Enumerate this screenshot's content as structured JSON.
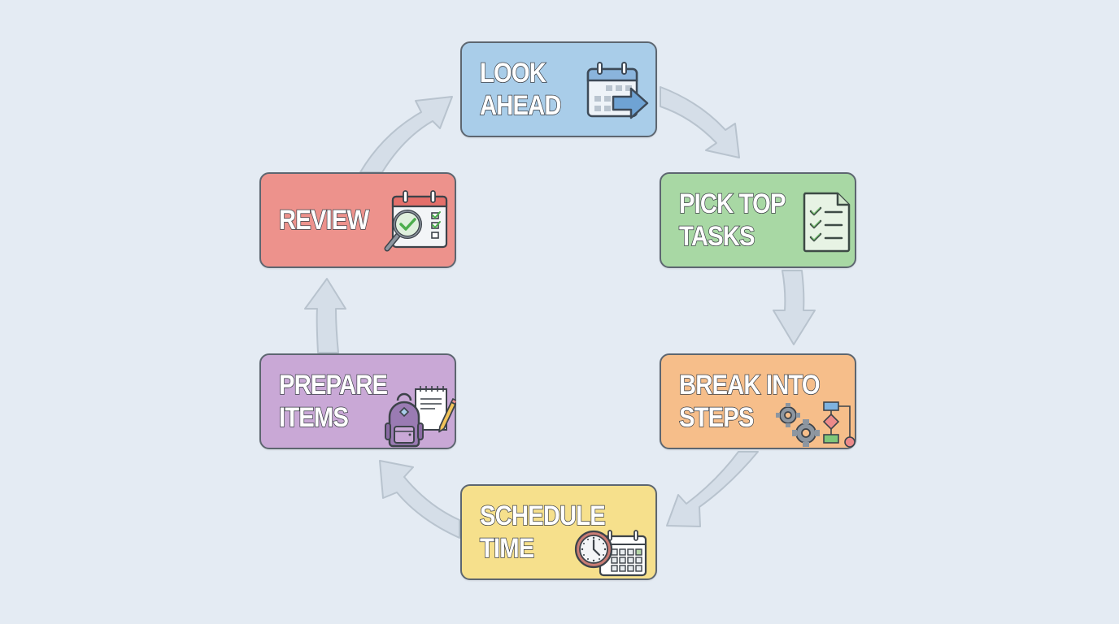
{
  "diagram": {
    "type": "cycle",
    "background_color": "#e4ebf3",
    "arrow_color": "#d5dee8",
    "arrow_stroke": "#b8c3ce",
    "steps": [
      {
        "id": "look-ahead",
        "label": "LOOK\nAHEAD",
        "color": "#a9cde9",
        "icon": "calendar-arrow-icon"
      },
      {
        "id": "pick-top-tasks",
        "label": "PICK TOP\nTASKS",
        "color": "#a8d8a4",
        "icon": "checklist-icon"
      },
      {
        "id": "break-into-steps",
        "label": "BREAK INTO\nSTEPS",
        "color": "#f6be8a",
        "icon": "gears-flowchart-icon"
      },
      {
        "id": "schedule-time",
        "label": "SCHEDULE\nTIME",
        "color": "#f6e08c",
        "icon": "clock-calendar-icon"
      },
      {
        "id": "prepare-items",
        "label": "PREPARE\nITEMS",
        "color": "#c9a8d6",
        "icon": "backpack-notepad-icon"
      },
      {
        "id": "review",
        "label": "REVIEW",
        "color": "#ed928c",
        "icon": "calendar-magnifier-icon"
      }
    ],
    "flow": "clockwise"
  }
}
